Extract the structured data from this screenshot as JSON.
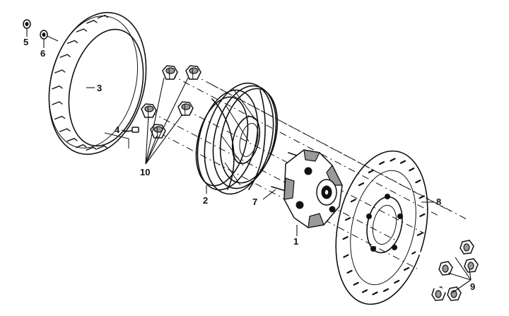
{
  "callouts": [
    {
      "id": "1",
      "text": "1"
    },
    {
      "id": "2",
      "text": "2"
    },
    {
      "id": "3",
      "text": "3"
    },
    {
      "id": "4",
      "text": "4"
    },
    {
      "id": "5",
      "text": "5"
    },
    {
      "id": "6",
      "text": "6"
    },
    {
      "id": "7",
      "text": "7"
    },
    {
      "id": "8",
      "text": "8"
    },
    {
      "id": "9",
      "text": "9"
    },
    {
      "id": "10",
      "text": "10"
    }
  ],
  "parts": {
    "tire": "tire-icon",
    "rim": "wheel-rim-icon",
    "hub": "hub-icon",
    "disc": "brake-disc-icon",
    "nuts": "nut-icon",
    "bolts": "bolt-icon",
    "valve": "valve-icon",
    "washers": "washer-icon"
  }
}
